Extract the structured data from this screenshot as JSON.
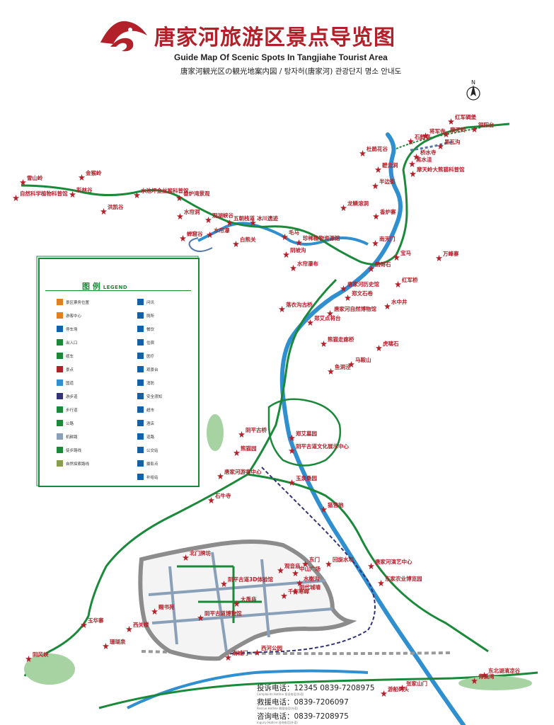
{
  "header": {
    "title_cn": "唐家河旅游区景点导览图",
    "title_en": "Guide Map Of Scenic Spots In Tangjiahe Tourist Area",
    "title_multi": "唐家河観光区の観光地案内図 / 탕자허(唐家河) 관광단지 명소 안내도",
    "compass_letter": "N"
  },
  "legend": {
    "title": "图  例",
    "title_en": "LEGEND",
    "left_items": [
      "景区票务位置",
      "游客中心",
      "停车场",
      "出入口",
      "缆车",
      "景点",
      "国道",
      "游步道",
      "步行道",
      "公路",
      "机耕路",
      "徒步路线",
      "自然探索路线"
    ],
    "right_items": [
      "问讯",
      "厕所",
      "餐饮",
      "住宿",
      "医疗",
      "观景台",
      "消防",
      "安全须知",
      "超市",
      "酒店",
      "道路",
      "公交站",
      "摄影点",
      "补给站"
    ]
  },
  "places": [
    {
      "id": "hongjiwu",
      "text": "红军碉堡"
    },
    {
      "id": "yinyang",
      "text": "银阳台"
    },
    {
      "id": "moutianling",
      "text": "摩天岭"
    },
    {
      "id": "jiangjunsi",
      "text": "将军寺"
    },
    {
      "id": "qiantangshi",
      "text": "石鹤亭"
    },
    {
      "id": "zhishuisi",
      "text": "桥水寺"
    },
    {
      "id": "hongjiangdu",
      "text": "黑瓦沟"
    },
    {
      "id": "dujuanhuagu",
      "text": "杜鹃花谷"
    },
    {
      "id": "motianling_museum",
      "text": "摩天岭大熊猫科普馆"
    },
    {
      "id": "heishuiwa",
      "text": "黑水洼"
    },
    {
      "id": "huyunjie",
      "text": "碧云涧"
    },
    {
      "id": "bandaogou",
      "text": "半边街"
    },
    {
      "id": "xuejunsi",
      "text": "雪山岭"
    },
    {
      "id": "jinhouling",
      "text": "金猴岭"
    },
    {
      "id": "zilinggu",
      "text": "彩林谷"
    },
    {
      "id": "zhiwukeji",
      "text": "自然科学植物科普馆"
    },
    {
      "id": "guanlingu",
      "text": "洪凯谷"
    },
    {
      "id": "shuiquanping",
      "text": "水池坪金丝猴科普馆"
    },
    {
      "id": "xiangjiwan",
      "text": "香炉湾景观"
    },
    {
      "id": "shuimengdian",
      "text": "水帘洞"
    },
    {
      "id": "guanhu",
      "text": "观湖峡谷"
    },
    {
      "id": "chanjiao",
      "text": "蝉窟谷"
    },
    {
      "id": "shuigouchang",
      "text": "水帘瀑"
    },
    {
      "id": "wuchao",
      "text": "五朝栈道"
    },
    {
      "id": "bingchuan",
      "text": "冰川遗迹"
    },
    {
      "id": "zijuan",
      "text": "白熊关"
    },
    {
      "id": "shuixingbu",
      "text": "水帘瀑布"
    },
    {
      "id": "paoma",
      "text": "毛马"
    },
    {
      "id": "zhiwukepu",
      "text": "珍稀植物资源馆"
    },
    {
      "id": "zhiqinlai",
      "text": "阴坡沟"
    },
    {
      "id": "nantianmen",
      "text": "南天门"
    },
    {
      "id": "longjiangbu",
      "text": "龙鳞溶洞"
    },
    {
      "id": "xiangjia",
      "text": "香炉寨"
    },
    {
      "id": "baoma",
      "text": "宝马"
    },
    {
      "id": "yinggeshi",
      "text": "鹦哥石"
    },
    {
      "id": "wangfengling",
      "text": "万峰寨"
    },
    {
      "id": "tangjiahelishi",
      "text": "唐家河历史馆"
    },
    {
      "id": "dawenshi",
      "text": "郑文石卷"
    },
    {
      "id": "hongshiqiao",
      "text": "红军桥"
    },
    {
      "id": "shuizhongjing",
      "text": "水中井"
    },
    {
      "id": "tangjiahe_museum",
      "text": "唐家河自然博物馆"
    },
    {
      "id": "luoyigouqiao",
      "text": "落衣沟古桥"
    },
    {
      "id": "zhengaidian",
      "text": "郑艾点将台"
    },
    {
      "id": "xiongmao",
      "text": "熊猫走廊桥"
    },
    {
      "id": "huyingshi",
      "text": "虎啸石"
    },
    {
      "id": "luyangjing",
      "text": "鱼洞泾"
    },
    {
      "id": "mamaoshan",
      "text": "马鞍山"
    },
    {
      "id": "yinpingguqiao",
      "text": "阴平古桥"
    },
    {
      "id": "zhengailongfeng",
      "text": "郑艾墓园"
    },
    {
      "id": "yinpinggudao_center",
      "text": "阴平古道文化展示中心"
    },
    {
      "id": "xiongmaoyuan",
      "text": "熊猫园"
    },
    {
      "id": "kaoshansi",
      "text": "石牛寺"
    },
    {
      "id": "visitor_center",
      "text": "唐家河游客中心"
    },
    {
      "id": "yuquan",
      "text": "玉泉桑园"
    },
    {
      "id": "linfangdi",
      "text": "猫营地"
    },
    {
      "id": "beimen",
      "text": "北门牌坊"
    },
    {
      "id": "3d",
      "text": "阴平古道3D体验馆"
    },
    {
      "id": "cishuyuan",
      "text": "赐书苑"
    },
    {
      "id": "dasongsi",
      "text": "大禹庙"
    },
    {
      "id": "bushuyuan",
      "text": "阴平古道博物馆"
    },
    {
      "id": "xiguan",
      "text": "西关楼"
    },
    {
      "id": "nanchengmen",
      "text": "南城门"
    },
    {
      "id": "xihe",
      "text": "西河公园"
    },
    {
      "id": "qiannianchanshan",
      "text": "千年寒嶂"
    },
    {
      "id": "mingdai",
      "text": "明代城墙"
    },
    {
      "id": "guanyin",
      "text": "观音庙"
    },
    {
      "id": "zhongshan",
      "text": "中山广场"
    },
    {
      "id": "dongmen",
      "text": "东门"
    },
    {
      "id": "shuixiegou",
      "text": "水榭沟"
    },
    {
      "id": "dongjia",
      "text": "东家农业博览园"
    },
    {
      "id": "jizhongxin",
      "text": "唐家河演艺中心"
    },
    {
      "id": "huanyuxin",
      "text": "回旋水坝"
    },
    {
      "id": "yuchang",
      "text": "玉华寨"
    },
    {
      "id": "shanhuquan",
      "text": "珊瑚泉"
    },
    {
      "id": "tunxiaoshan",
      "text": "阴风峡"
    },
    {
      "id": "zhangjiashan",
      "text": "张家山门"
    },
    {
      "id": "shuijingshan",
      "text": "东北湖清凉谷"
    },
    {
      "id": "youchuang",
      "text": "游船码头"
    },
    {
      "id": "qingcaowan",
      "text": "青溪湾"
    }
  ],
  "contact": {
    "complaint_label": "投诉电话：",
    "complaint_number": "12345  0839-7208975",
    "complaint_en": "Complaints Hotline 投诉电话(外语)",
    "rescue_label": "救援电话：",
    "rescue_number": "0839-7206097",
    "rescue_en": "Rescue Hotline 救援电话(外语)",
    "inquiry_label": "咨询电话：",
    "inquiry_number": "0839-7208975",
    "inquiry_en": "Inquiry Hotline 咨询电话(外语)"
  },
  "colors": {
    "river": "#2f8fcf",
    "road": "#1a8a3a",
    "trail": "#1a8a3a",
    "title_red": "#b2202a",
    "wall": "#8c8c8c"
  }
}
